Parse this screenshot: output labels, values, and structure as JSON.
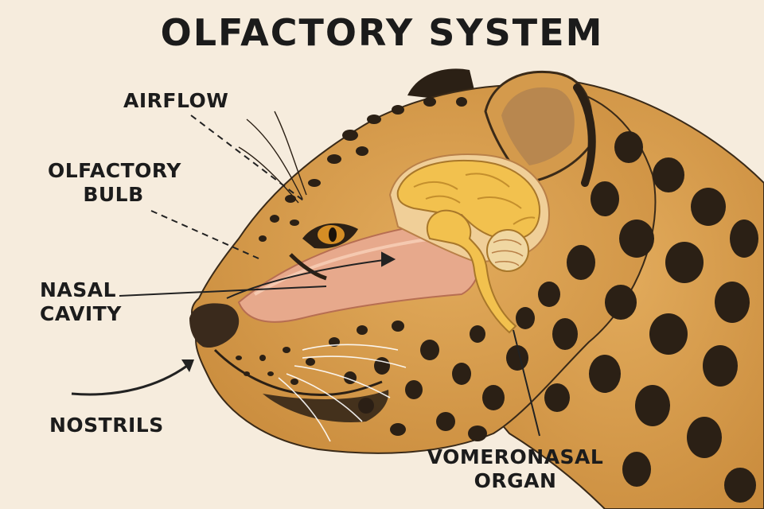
{
  "title": "OLFACTORY SYSTEM",
  "labels": {
    "airflow": "AIRFLOW",
    "olfactory_bulb_1": "OLFACTORY",
    "olfactory_bulb_2": "BULB",
    "nasal_cavity_1": "NASAL",
    "nasal_cavity_2": "CAVITY",
    "nostrils": "NOSTRILS",
    "vomeronasal_1": "VOMERONASAL",
    "vomeronasal_2": "ORGAN"
  },
  "colors": {
    "background": "#f6ecdd",
    "fur": "#d9a04f",
    "spots": "#2b2015",
    "brain": "#f2c14e",
    "nasal_tissue": "#e7a98c",
    "label_text": "#1c1c1c"
  }
}
